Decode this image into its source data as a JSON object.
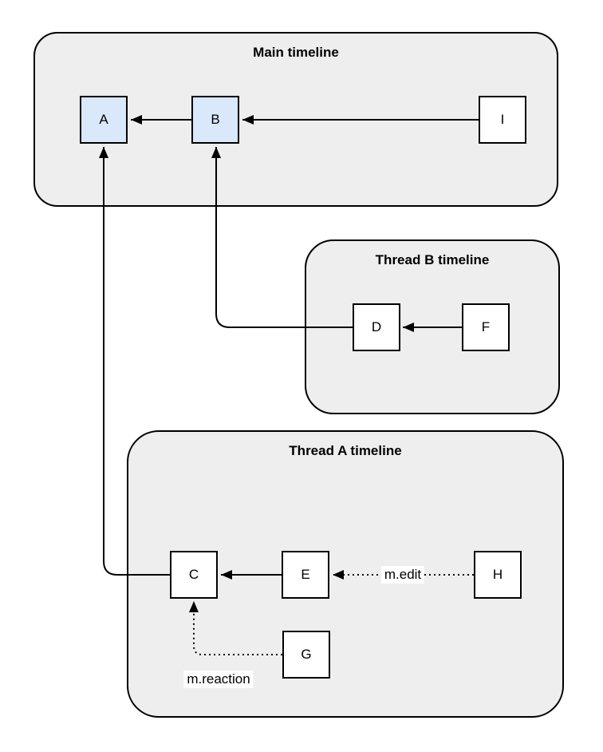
{
  "diagram": {
    "containers": [
      {
        "id": "main",
        "title": "Main timeline"
      },
      {
        "id": "threadB",
        "title": "Thread B timeline"
      },
      {
        "id": "threadA",
        "title": "Thread A timeline"
      }
    ],
    "nodes": [
      {
        "id": "A",
        "label": "A",
        "container": "main",
        "highlighted": true
      },
      {
        "id": "B",
        "label": "B",
        "container": "main",
        "highlighted": true
      },
      {
        "id": "I",
        "label": "I",
        "container": "main",
        "highlighted": false
      },
      {
        "id": "D",
        "label": "D",
        "container": "threadB",
        "highlighted": false
      },
      {
        "id": "F",
        "label": "F",
        "container": "threadB",
        "highlighted": false
      },
      {
        "id": "C",
        "label": "C",
        "container": "threadA",
        "highlighted": false
      },
      {
        "id": "E",
        "label": "E",
        "container": "threadA",
        "highlighted": false
      },
      {
        "id": "H",
        "label": "H",
        "container": "threadA",
        "highlighted": false
      },
      {
        "id": "G",
        "label": "G",
        "container": "threadA",
        "highlighted": false
      }
    ],
    "edges": [
      {
        "from": "B",
        "to": "A",
        "style": "solid",
        "label": ""
      },
      {
        "from": "I",
        "to": "B",
        "style": "solid",
        "label": ""
      },
      {
        "from": "F",
        "to": "D",
        "style": "solid",
        "label": ""
      },
      {
        "from": "D",
        "to": "B",
        "style": "solid",
        "label": ""
      },
      {
        "from": "E",
        "to": "C",
        "style": "solid",
        "label": ""
      },
      {
        "from": "H",
        "to": "E",
        "style": "dotted",
        "label": "m.edit"
      },
      {
        "from": "G",
        "to": "C",
        "style": "dotted",
        "label": "m.reaction"
      },
      {
        "from": "C",
        "to": "A",
        "style": "solid",
        "label": ""
      }
    ],
    "colors": {
      "container_fill": "#eeeeee",
      "container_border": "#000000",
      "node_fill": "#ffffff",
      "node_fill_highlight": "#dae8fc",
      "node_border": "#000000",
      "edge_stroke": "#000000",
      "edge_label_background": "#ffffff",
      "page_background": "#ffffff"
    }
  }
}
